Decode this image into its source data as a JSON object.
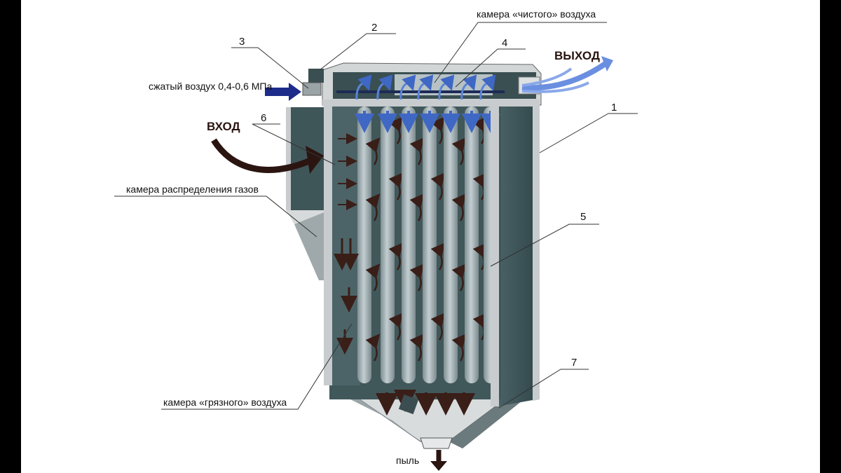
{
  "labels": {
    "clean_chamber": "камера «чистого» воздуха",
    "compressed_air": "сжатый воздух 0,4-0,6 МПа",
    "inlet": "ВХОД",
    "outlet": "ВЫХОД",
    "gas_distribution_chamber": "камера распределения газов",
    "dirty_chamber": "камера «грязного» воздуха",
    "dust": "пыль"
  },
  "numbers": [
    "1",
    "2",
    "3",
    "4",
    "5",
    "6",
    "7"
  ],
  "colors": {
    "body": "#3b5457",
    "body_dark": "#2c3f41",
    "frame": "#c8ccce",
    "filter_tube": "#a9b6ba",
    "clean_air_arrow": "#5b84d6",
    "dirty_air_arrow": "#3a1e18",
    "background": "#ffffff"
  }
}
